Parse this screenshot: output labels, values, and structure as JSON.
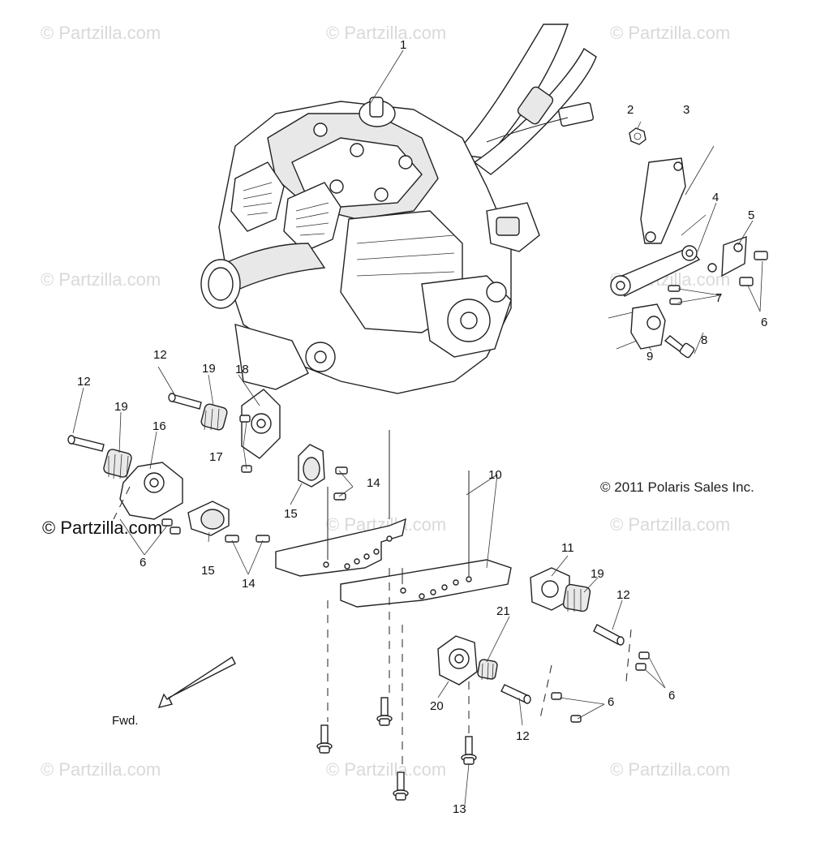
{
  "watermark": "© Partzilla.com",
  "watermark_dark": "© Partzilla.com",
  "copyright": "© 2011 Polaris Sales Inc.",
  "direction_label": "Fwd.",
  "callouts": {
    "c1": "1",
    "c2": "2",
    "c3": "3",
    "c4": "4",
    "c5": "5",
    "c6a": "6",
    "c6b": "6",
    "c6c": "6",
    "c6d": "6",
    "c7": "7",
    "c8": "8",
    "c9": "9",
    "c10": "10",
    "c11": "11",
    "c12a": "12",
    "c12b": "12",
    "c12c": "12",
    "c12d": "12",
    "c13": "13",
    "c14a": "14",
    "c14b": "14",
    "c15a": "15",
    "c15b": "15",
    "c16": "16",
    "c17": "17",
    "c18": "18",
    "c19a": "19",
    "c19b": "19",
    "c19c": "19",
    "c20": "20",
    "c21": "21"
  }
}
